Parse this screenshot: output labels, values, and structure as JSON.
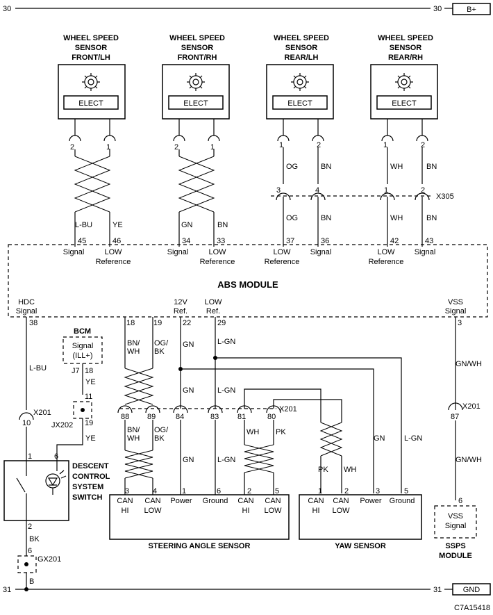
{
  "rails": {
    "top_left": "30",
    "top_right": "30",
    "top_label": "B+",
    "bot_left": "31",
    "bot_right": "31",
    "bot_label": "GND",
    "code": "C7A15418"
  },
  "sensors": [
    {
      "t1": "WHEEL SPEED",
      "t2": "SENSOR",
      "t3": "FRONT/LH",
      "elect": "ELECT"
    },
    {
      "t1": "WHEEL SPEED",
      "t2": "SENSOR",
      "t3": "FRONT/RH",
      "elect": "ELECT"
    },
    {
      "t1": "WHEEL SPEED",
      "t2": "SENSOR",
      "t3": "REAR/LH",
      "elect": "ELECT"
    },
    {
      "t1": "WHEEL SPEED",
      "t2": "SENSOR",
      "t3": "REAR/RH",
      "elect": "ELECT"
    }
  ],
  "sensor_pins": [
    "2",
    "1",
    "2",
    "1",
    "1",
    "2",
    "1",
    "2"
  ],
  "upper_wires": {
    "c1": "L-BU",
    "c2": "YE",
    "c3": "GN",
    "c4": "BN",
    "og1": "OG",
    "bn1": "BN",
    "wh1": "WH",
    "bn2": "BN",
    "og2": "OG",
    "bn3": "BN",
    "wh2": "WH",
    "bn4": "BN"
  },
  "x305": {
    "label": "X305",
    "pins": [
      "3",
      "4",
      "1",
      "2"
    ]
  },
  "abs": {
    "title": "ABS MODULE",
    "top_pins": [
      "45",
      "46",
      "34",
      "33",
      "37",
      "36",
      "42",
      "43"
    ],
    "top_labels": [
      {
        "a": "Signal",
        "b": ""
      },
      {
        "a": "LOW",
        "b": "Reference"
      },
      {
        "a": "Signal",
        "b": ""
      },
      {
        "a": "LOW",
        "b": "Reference"
      },
      {
        "a": "LOW",
        "b": "Reference"
      },
      {
        "a": "Signal",
        "b": ""
      },
      {
        "a": "LOW",
        "b": "Reference"
      },
      {
        "a": "Signal",
        "b": ""
      }
    ],
    "hdc_a": "HDC",
    "hdc_b": "Signal",
    "hdc_pin": "38",
    "p18": "18",
    "p19": "19",
    "ref12_a": "12V",
    "ref12_b": "Ref.",
    "p22": "22",
    "low_a": "LOW",
    "low_b": "Ref.",
    "p29": "29",
    "vss_a": "VSS",
    "vss_b": "Signal",
    "p3": "3"
  },
  "bcm": {
    "title": "BCM",
    "sig": "Signal",
    "ill": "(ILL+)",
    "j7": "J7",
    "p18": "18",
    "ye": "YE",
    "p11": "11",
    "p19": "19",
    "jx": "JX202",
    "ye2": "YE"
  },
  "left_wire": {
    "lbu": "L-BU",
    "x201": "X201",
    "p10": "10"
  },
  "mid_wires": {
    "bnwh": "BN/",
    "bnwh2": "WH",
    "ogbk": "OG/",
    "ogbk2": "BK",
    "gn": "GN",
    "lgn": "L-GN",
    "gn2": "GN",
    "lgn2": "L-GN",
    "gnwh": "GN/WH"
  },
  "x201b": {
    "label": "X201",
    "pins": [
      "88",
      "89",
      "84",
      "83",
      "81",
      "80"
    ]
  },
  "lower_wires": {
    "bnwh": "BN/",
    "bnwh2": "WH",
    "ogbk": "OG/",
    "ogbk2": "BK",
    "gn": "GN",
    "lgn": "L-GN",
    "wh": "WH",
    "pk": "PK",
    "gn3": "GN",
    "lgn3": "L-GN",
    "pk2": "PK",
    "wh2": "WH"
  },
  "x201c": {
    "label": "X201",
    "pin": "87",
    "gnwh": "GN/WH"
  },
  "switch": {
    "l1": "DESCENT",
    "l2": "CONTROL",
    "l3": "SYSTEM",
    "l4": "SWITCH",
    "p1": "1",
    "p6": "6",
    "p2": "2"
  },
  "gx201": {
    "label": "GX201",
    "p6": "6",
    "bk": "BK",
    "b": "B"
  },
  "sas": {
    "title": "STEERING ANGLE SENSOR",
    "pins": [
      "3",
      "4",
      "1",
      "6",
      "2",
      "5"
    ],
    "labels": [
      {
        "a": "CAN",
        "b": "HI"
      },
      {
        "a": "CAN",
        "b": "LOW"
      },
      {
        "a": "Power",
        "b": ""
      },
      {
        "a": "Ground",
        "b": ""
      },
      {
        "a": "CAN",
        "b": "HI"
      },
      {
        "a": "CAN",
        "b": "LOW"
      }
    ]
  },
  "yaw": {
    "title": "YAW SENSOR",
    "pins": [
      "1",
      "2",
      "3",
      "5"
    ],
    "labels": [
      {
        "a": "CAN",
        "b": "HI"
      },
      {
        "a": "CAN",
        "b": "LOW"
      },
      {
        "a": "Power",
        "b": ""
      },
      {
        "a": "Ground",
        "b": ""
      }
    ]
  },
  "ssps": {
    "t1": "SSPS",
    "t2": "MODULE",
    "a": "VSS",
    "b": "Signal",
    "p6": "6"
  }
}
